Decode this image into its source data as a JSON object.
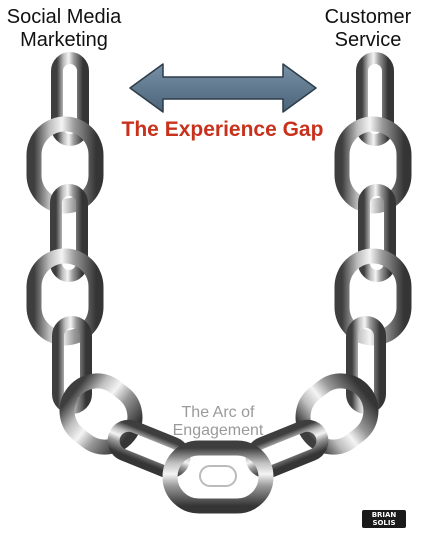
{
  "labels": {
    "left_line1": "Social Media",
    "left_line2": "Marketing",
    "right_line1": "Customer",
    "right_line2": "Service",
    "gap": "The Experience Gap",
    "arc_line1": "The Arc of",
    "arc_line2": "Engagement"
  },
  "logo": {
    "line1": "BRIAN",
    "line2": "SOLIS"
  },
  "colors": {
    "arrow_fill": "#5f7a93",
    "arrow_stroke": "#2d3c4a",
    "gap_text": "#c8321c",
    "arc_text": "#9a9a9a",
    "chain_light": "#f2f2f2",
    "chain_mid": "#a8a8a8",
    "chain_dark": "#4a4a4a"
  },
  "icons": [
    "double-headed-arrow-icon",
    "chain-link-icon"
  ]
}
